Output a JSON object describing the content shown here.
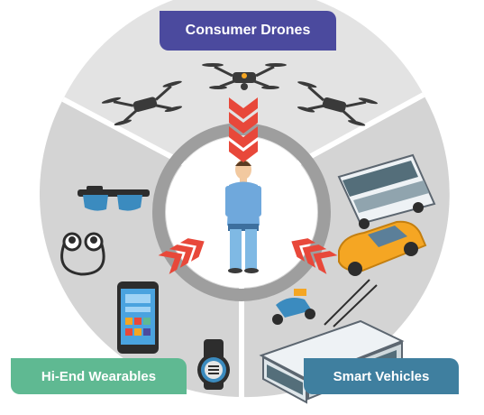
{
  "segments": {
    "top": {
      "label": "Consumer Drones",
      "color": "#4b4a9e"
    },
    "left": {
      "label": "Hi-End Wearables",
      "color": "#5fb992"
    },
    "right": {
      "label": "Smart Vehicles",
      "color": "#3f7f9f"
    }
  },
  "colors": {
    "ring": "#d9d9d9",
    "inner_ring": "#9e9e9e",
    "arrow": "#e8483a",
    "shirt": "#6fa8dc",
    "pants": "#7fb9e4"
  }
}
